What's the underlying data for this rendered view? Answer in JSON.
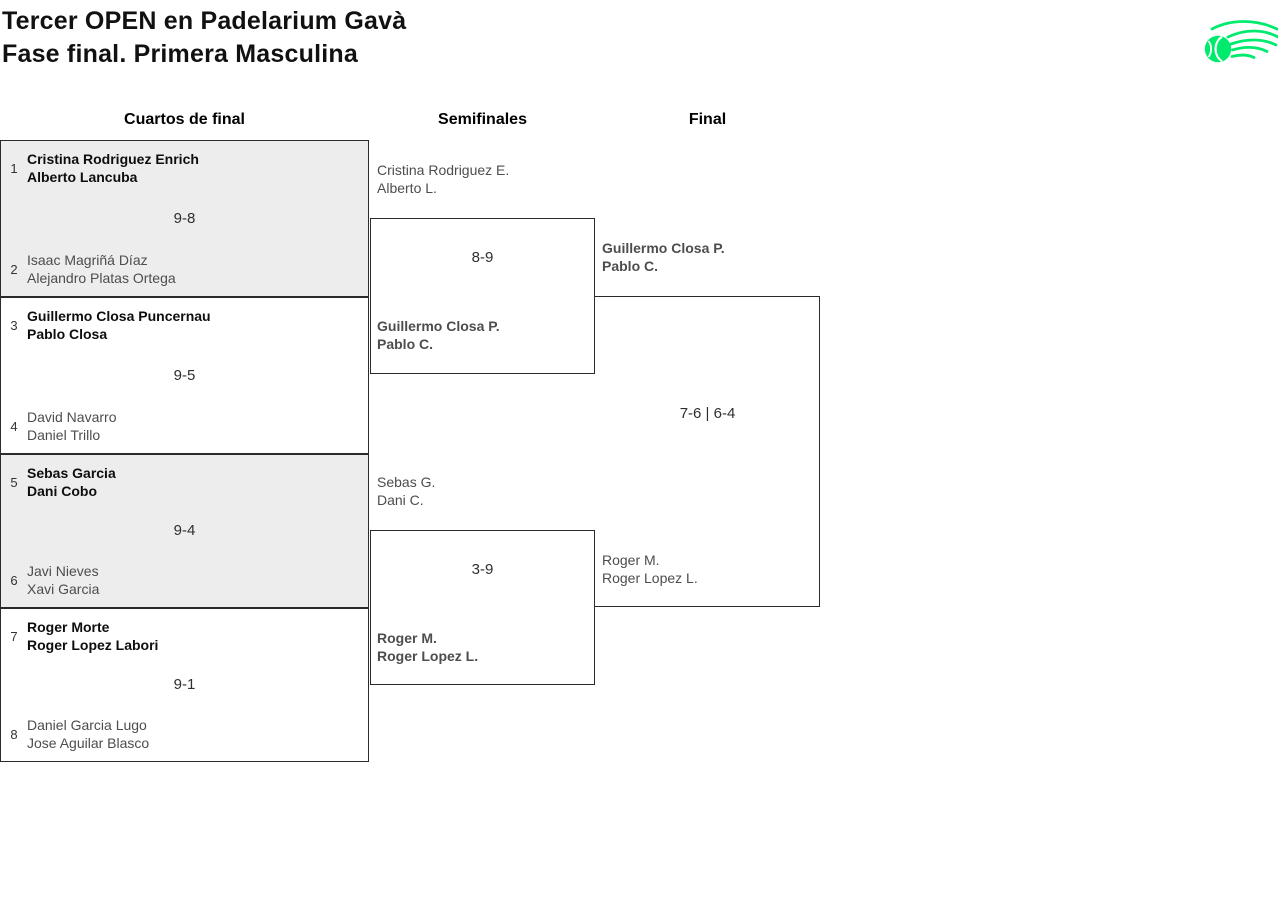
{
  "brand": {
    "accent": "#00EB6E"
  },
  "header": {
    "title_line1": "Tercer OPEN en Padelarium Gavà",
    "title_line2": "Fase final. Primera Masculina"
  },
  "columns": {
    "quarterfinals": "Cuartos de final",
    "semifinals": "Semifinales",
    "final": "Final"
  },
  "quarterfinals": [
    {
      "seed_top": "1",
      "team_top": {
        "line1": "Cristina Rodriguez Enrich",
        "line2": "Alberto Lancuba",
        "winner": true
      },
      "score": "9-8",
      "seed_bottom": "2",
      "team_bottom": {
        "line1": "Isaac Magriñá Díaz",
        "line2": "Alejandro Platas Ortega",
        "winner": false
      }
    },
    {
      "seed_top": "3",
      "team_top": {
        "line1": "Guillermo Closa Puncernau",
        "line2": "Pablo Closa",
        "winner": true
      },
      "score": "9-5",
      "seed_bottom": "4",
      "team_bottom": {
        "line1": "David Navarro",
        "line2": "Daniel Trillo",
        "winner": false
      }
    },
    {
      "seed_top": "5",
      "team_top": {
        "line1": "Sebas Garcia",
        "line2": "Dani Cobo",
        "winner": true
      },
      "score": "9-4",
      "seed_bottom": "6",
      "team_bottom": {
        "line1": "Javi Nieves",
        "line2": "Xavi Garcia",
        "winner": false
      }
    },
    {
      "seed_top": "7",
      "team_top": {
        "line1": "Roger Morte",
        "line2": "Roger Lopez Labori",
        "winner": true
      },
      "score": "9-1",
      "seed_bottom": "8",
      "team_bottom": {
        "line1": "Daniel Garcia Lugo",
        "line2": "Jose Aguilar Blasco",
        "winner": false
      }
    }
  ],
  "semifinals": [
    {
      "team_top": {
        "line1": "Cristina Rodriguez E.",
        "line2": "Alberto L.",
        "winner": false
      },
      "score": "8-9",
      "team_bottom": {
        "line1": "Guillermo Closa P.",
        "line2": "Pablo C.",
        "winner": true
      }
    },
    {
      "team_top": {
        "line1": "Sebas G.",
        "line2": "Dani C.",
        "winner": false
      },
      "score": "3-9",
      "team_bottom": {
        "line1": "Roger M.",
        "line2": "Roger Lopez L.",
        "winner": true
      }
    }
  ],
  "final": {
    "team_top": {
      "line1": "Guillermo Closa P.",
      "line2": "Pablo C.",
      "winner": true
    },
    "score": "7-6 | 6-4",
    "team_bottom": {
      "line1": "Roger M.",
      "line2": "Roger Lopez L.",
      "winner": false
    }
  }
}
